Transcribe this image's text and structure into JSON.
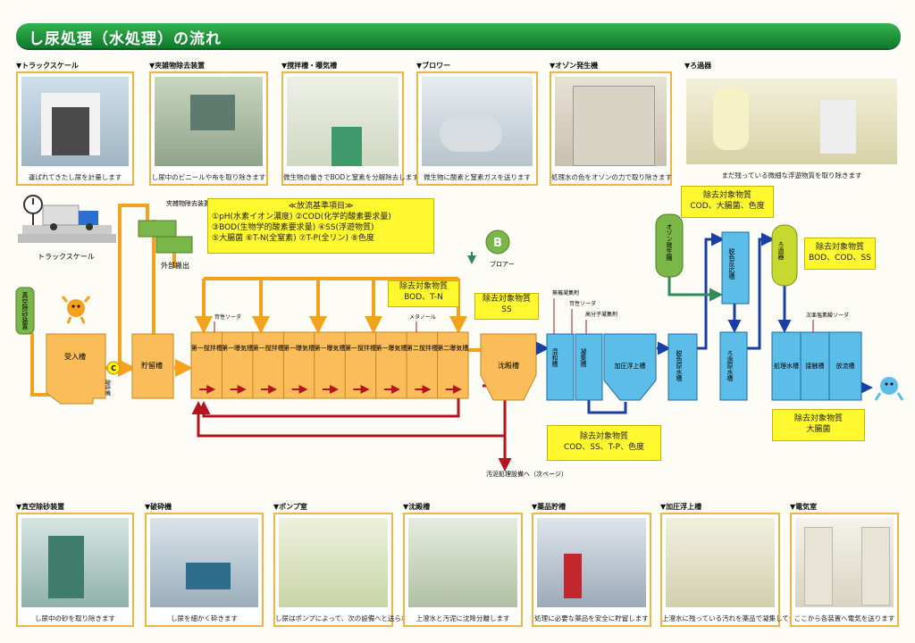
{
  "title": "し尿処理（水処理）の流れ",
  "top_cards": [
    {
      "caption": "▼トラックスケール",
      "desc": "運ばれてきたし尿を計量します"
    },
    {
      "caption": "▼夾雑物除去装置",
      "desc": "し尿中のビニールや布を取り除きます"
    },
    {
      "caption": "▼撹拌槽・曝気槽",
      "desc": "微生物の働きでBODと窒素を分解除去します"
    },
    {
      "caption": "▼ブロワー",
      "desc": "微生物に酸素と窒素ガスを送ります"
    },
    {
      "caption": "▼オゾン発生機",
      "desc": "処理水の色をオゾンの力で取り除きます"
    },
    {
      "caption": "▼ろ過器",
      "desc": "まだ残っている微細な浮遊物質を取り除きます"
    }
  ],
  "bottom_cards": [
    {
      "caption": "▼真空除砂装置",
      "desc": "し尿中の砂を取り除きます"
    },
    {
      "caption": "▼破砕機",
      "desc": "し尿を細かく砕きます"
    },
    {
      "caption": "▼ポンプ室",
      "desc": "し尿はポンプによって、次の設備へと送られます"
    },
    {
      "caption": "▼沈殿槽",
      "desc": "上澄水と汚泥に沈降分離します"
    },
    {
      "caption": "▼薬品貯槽",
      "desc": "処理に必要な薬品を安全に貯留します"
    },
    {
      "caption": "▼加圧浮上槽",
      "desc": "上澄水に残っている汚れを薬品で凝集して分離除去します"
    },
    {
      "caption": "▼電気室",
      "desc": "ここから各装置へ電気を送ります"
    }
  ],
  "standards": {
    "heading": "≪放流基準項目≫",
    "lines": [
      "①pH(水素イオン濃度) ②COD(化学的酸素要求量)",
      "③BOD(生物学的酸素要求量) ④SS(浮遊物質)",
      "⑤大腸菌 ⑥T-N(全窒素) ⑦T-P(全リン) ⑧色度"
    ]
  },
  "removal": {
    "bod": [
      "除去対象物質",
      "BOD、T-N"
    ],
    "ss": [
      "除去対象物質",
      "SS"
    ],
    "cod": [
      "除去対象物質",
      "COD、SS、T-P、色度"
    ],
    "color": [
      "除去対象物質",
      "COD、大腸菌、色度"
    ],
    "filter": [
      "除去対象物質",
      "BOD、COD、SS"
    ],
    "coli": [
      "除去対象物質",
      "大腸菌"
    ]
  },
  "labels": {
    "truck_scale": "トラックスケール",
    "vacuum": "真空除砂装置",
    "receiving": "受入槽",
    "c_mark": "C",
    "crusher": "破砕機",
    "debris": "夾雑物除去装置",
    "outside": "外部搬出",
    "storage": "貯留槽",
    "b_mark": "B",
    "blower": "ブロアー",
    "soda": "苛性ソーダ",
    "methanol": "メタノール",
    "tanks": [
      "第一撹拌槽",
      "第一曝気槽",
      "第一撹拌槽",
      "第一曝気槽",
      "第一曝気槽",
      "第一撹拌槽",
      "第一曝気槽",
      "第二撹拌槽",
      "第二曝気槽"
    ],
    "settling": "沈殿槽",
    "sludge": "汚泥処理設備へ（次ページ）",
    "inorganic": "無機凝集剤",
    "soda2": "苛性ソーダ",
    "polymer": "高分子凝集剤",
    "mixing": "混和槽",
    "coag": "凝集槽",
    "float": "加圧浮上槽",
    "decolor_raw": "脱色原水槽",
    "ozone": "オゾン発生機",
    "decolor_react": "脱色反応槽",
    "filter_raw": "ろ過原水槽",
    "filter": "ろ過器",
    "hypo": "次亜塩素酸ソーダ",
    "treated": "処理水槽",
    "contact": "接触槽",
    "discharge": "放流槽"
  },
  "colors": {
    "orange": "#f4a21e",
    "red": "#b3141f",
    "blue": "#1a3fa3",
    "green": "#2e8b57",
    "tank_orange": "#fbbd5a",
    "tank_blue": "#5cbde8",
    "yellow": "#fff82f"
  }
}
